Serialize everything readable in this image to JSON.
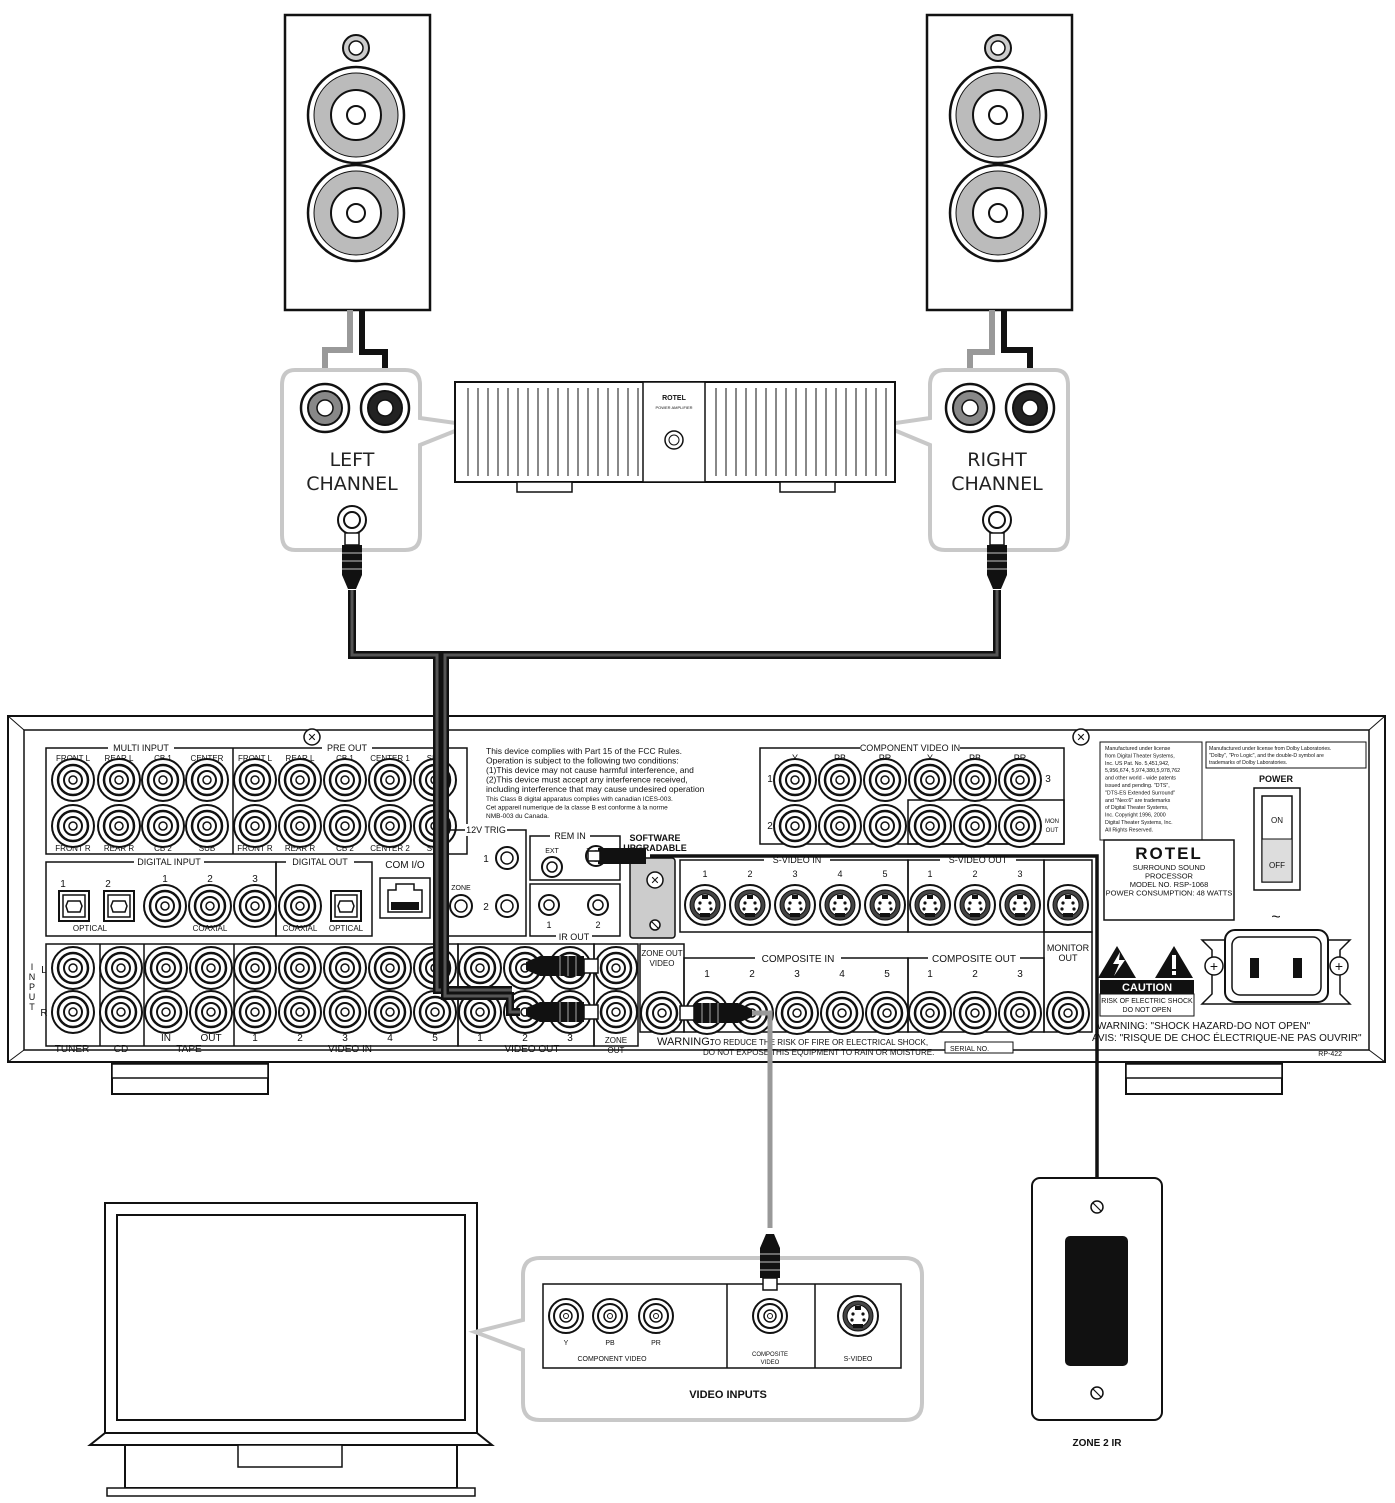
{
  "speakers": {
    "left_label": [
      "LEFT",
      "CHANNEL"
    ],
    "right_label": [
      "RIGHT",
      "CHANNEL"
    ]
  },
  "amplifier": {
    "brand": "ROTEL",
    "model": "POWER AMPLIFIER"
  },
  "processor": {
    "multi_input_label": "MULTI INPUT",
    "pre_out_label": "PRE OUT",
    "multi_top": [
      "FRONT L",
      "REAR L",
      "CB 1",
      "CENTER"
    ],
    "multi_bottom": [
      "FRONT R",
      "REAR R",
      "CB 2",
      "SUB"
    ],
    "pre_top": [
      "FRONT L",
      "REAR L",
      "CB 1",
      "CENTER 1",
      "SUB"
    ],
    "pre_bottom": [
      "FRONT R",
      "REAR R",
      "CB 2",
      "CENTER 2",
      "SUB"
    ],
    "fcc_text": [
      "This device complies with Part 15 of the FCC Rules.",
      "Operation is subject to the following two conditions:",
      "(1)This device may not cause harmful interference, and",
      "(2)This device must accept any interference received,",
      "including interference that may cause undesired operation"
    ],
    "fcc_small": [
      "This Class B digital apparatus complies with canadian ICES-003.",
      "Cet appareil numerique de la classe B est conforme à la norme",
      "NMB-003 du Canada."
    ],
    "component_video_in": "COMPONENT VIDEO IN",
    "component_cols": [
      "Y",
      "PB",
      "PR",
      "Y",
      "PB",
      "PR"
    ],
    "component_row1": "1",
    "component_row2": "2",
    "component_row3": "3",
    "mon_out": [
      "MON",
      "OUT"
    ],
    "dts_text": [
      "Manufactured under license",
      "from Digital Theater Systems,",
      "Inc. US Pat. No. 5,451,942,",
      "5,956,674, 5,974,380,5,978,762",
      "and other world - wide patents",
      "issued and pending. \"DTS\",",
      "\"DTS-ES Extended Surround\"",
      "and \"Neo:6\" are trademarks",
      "of Digital Theater Systems,",
      "Inc. Copyright 1996, 2000",
      "Digital Theater Systems, Inc.",
      "All Rights Reserved."
    ],
    "dolby_text": [
      "Manufactured under license from Dolby Laboratories.",
      "\"Dolby\", \"Pro Logic\", and the double-D symbol are",
      "trademarks of Dolby Laboratories."
    ],
    "power_label": "POWER",
    "on_label": "ON",
    "off_label": "OFF",
    "brand": "ROTEL",
    "brand_lines": [
      "SURROUND SOUND",
      "PROCESSOR",
      "MODEL NO. RSP-1068",
      "POWER CONSUMPTION: 48 WATTS"
    ],
    "digital_input": "DIGITAL INPUT",
    "digital_out": "DIGITAL OUT",
    "digital_nums": [
      "1",
      "2",
      "1",
      "2",
      "3"
    ],
    "optical": "OPTICAL",
    "coaxial": "COAXIAL",
    "com_io": "COM I/O",
    "trig_12v": "12V TRIG",
    "trig_nums": [
      "1",
      "2"
    ],
    "zone": "ZONE",
    "rem_in": "REM IN",
    "ext": "EXT",
    "ir_out": "IR OUT",
    "ir_nums": [
      "1",
      "2"
    ],
    "software": [
      "SOFTWARE",
      "UPGRADABLE"
    ],
    "svideo_in": "S-VIDEO IN",
    "svideo_out": "S-VIDEO OUT",
    "sv_in_nums": [
      "1",
      "2",
      "3",
      "4",
      "5"
    ],
    "sv_out_nums": [
      "1",
      "2",
      "3"
    ],
    "input_label": "INPUT",
    "lr": [
      "L",
      "R"
    ],
    "tuner": "TUNER",
    "cd": "CD",
    "tape": "TAPE",
    "tape_io": [
      "IN",
      "OUT"
    ],
    "video_in": "VIDEO IN",
    "video_in_nums": [
      "1",
      "2",
      "3",
      "4",
      "5"
    ],
    "video_out": "VIDEO OUT",
    "video_out_nums": [
      "1",
      "2",
      "3"
    ],
    "zone_out": [
      "ZONE",
      "OUT"
    ],
    "zone_out_video": [
      "ZONE OUT",
      "VIDEO"
    ],
    "composite_in": "COMPOSITE IN",
    "composite_out": "COMPOSITE OUT",
    "comp_in_nums": [
      "1",
      "2",
      "3",
      "4",
      "5"
    ],
    "comp_out_nums": [
      "1",
      "2",
      "3"
    ],
    "monitor_out": [
      "MONITOR",
      "OUT"
    ],
    "caution": "CAUTION",
    "caution_sub": [
      "RISK OF ELECTRIC SHOCK",
      "DO NOT OPEN"
    ],
    "warning_main": "WARNING:",
    "warning_text": [
      "TO REDUCE THE RISK OF FIRE OR ELECTRICAL SHOCK,",
      "DO NOT EXPOSE THIS EQUIPMENT TO RAIN OR MOISTURE."
    ],
    "serial": "SERIAL NO.",
    "warning2": "WARNING: \"SHOCK HAZARD-DO NOT OPEN\"",
    "avis": "AVIS: \"RISQUE DE CHOC ÉLECTRIQUE-NE PAS OUVRIR\"",
    "rp": "RP-422"
  },
  "tv_inputs": {
    "component_cols": [
      "Y",
      "PB",
      "PR"
    ],
    "component_label": "COMPONENT VIDEO",
    "composite_label": [
      "COMPOSITE",
      "VIDEO"
    ],
    "svideo_label": "S-VIDEO",
    "title": "VIDEO INPUTS"
  },
  "zone2_label": "ZONE 2 IR"
}
